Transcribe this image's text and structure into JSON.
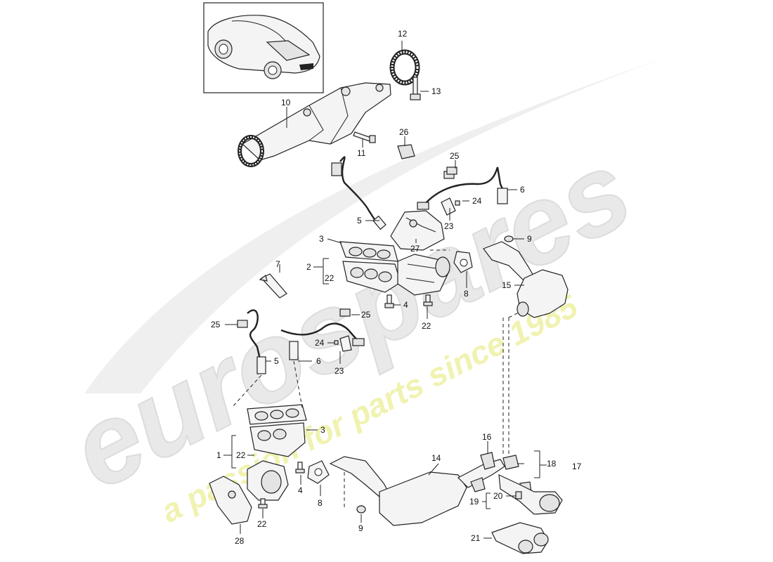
{
  "watermark": {
    "brand": "eurospares",
    "tagline": "a passion for parts since 1985",
    "brand_color": "#d9d9d9",
    "tagline_color": "#eef0a6"
  },
  "thumbnail": {
    "icon": "car-thumbnail-icon"
  },
  "callouts": [
    {
      "id": "c12",
      "text": "12"
    },
    {
      "id": "c13",
      "text": "13"
    },
    {
      "id": "c10",
      "text": "10"
    },
    {
      "id": "c11",
      "text": "11"
    },
    {
      "id": "c26",
      "text": "26"
    },
    {
      "id": "c25a",
      "text": "25"
    },
    {
      "id": "c6a",
      "text": "6"
    },
    {
      "id": "c24a",
      "text": "24"
    },
    {
      "id": "c5a",
      "text": "5"
    },
    {
      "id": "c23a",
      "text": "23"
    },
    {
      "id": "c3a",
      "text": "3"
    },
    {
      "id": "c27",
      "text": "27"
    },
    {
      "id": "c9a",
      "text": "9"
    },
    {
      "id": "c7",
      "text": "7"
    },
    {
      "id": "c2",
      "text": "2"
    },
    {
      "id": "c22a",
      "text": "22"
    },
    {
      "id": "c8a",
      "text": "8"
    },
    {
      "id": "c15",
      "text": "15"
    },
    {
      "id": "c4a",
      "text": "4"
    },
    {
      "id": "c25b",
      "text": "25"
    },
    {
      "id": "c22b",
      "text": "22"
    },
    {
      "id": "c25c",
      "text": "25"
    },
    {
      "id": "c24b",
      "text": "24"
    },
    {
      "id": "c5b",
      "text": "5"
    },
    {
      "id": "c6b",
      "text": "6"
    },
    {
      "id": "c23b",
      "text": "23"
    },
    {
      "id": "c3b",
      "text": "3"
    },
    {
      "id": "c1",
      "text": "1"
    },
    {
      "id": "c22c",
      "text": "22"
    },
    {
      "id": "c16",
      "text": "16"
    },
    {
      "id": "c14",
      "text": "14"
    },
    {
      "id": "c18",
      "text": "18"
    },
    {
      "id": "c17",
      "text": "17"
    },
    {
      "id": "c4b",
      "text": "4"
    },
    {
      "id": "c8b",
      "text": "8"
    },
    {
      "id": "c20",
      "text": "20"
    },
    {
      "id": "c19",
      "text": "19"
    },
    {
      "id": "c22d",
      "text": "22"
    },
    {
      "id": "c9b",
      "text": "9"
    },
    {
      "id": "c28",
      "text": "28"
    },
    {
      "id": "c21",
      "text": "21"
    }
  ]
}
